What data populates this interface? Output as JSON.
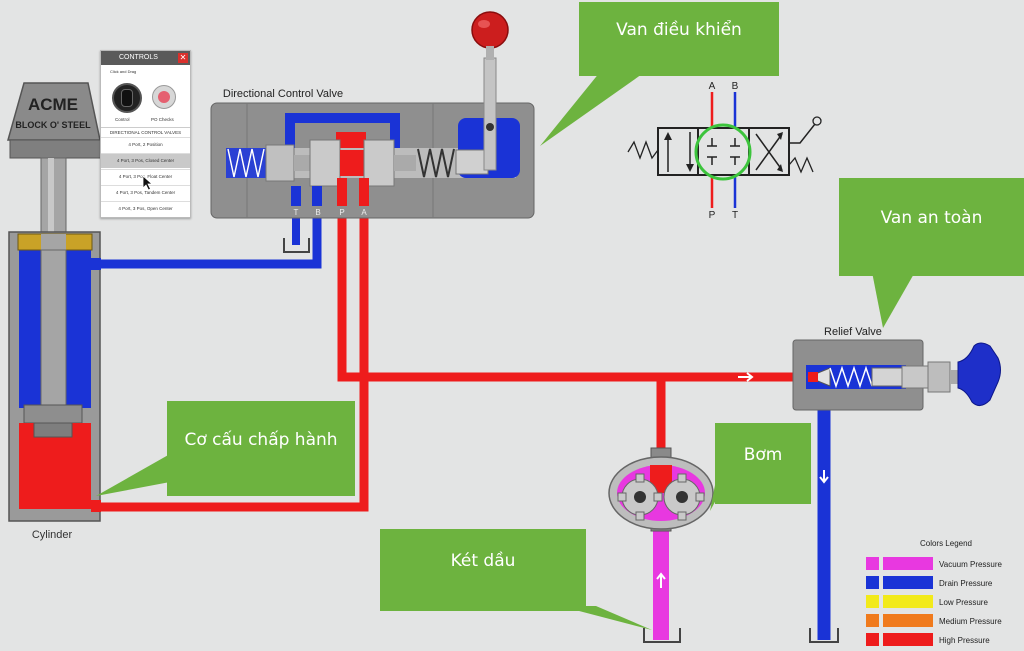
{
  "labels": {
    "acme_title": "ACME",
    "acme_sub": "BLOCK O' STEEL",
    "directional_valve": "Directional Control Valve",
    "cylinder": "Cylinder",
    "relief_valve": "Relief Valve",
    "port_t": "T",
    "port_b": "B",
    "port_p": "P",
    "port_a": "A",
    "sym_a": "A",
    "sym_b": "B",
    "sym_p": "P",
    "sym_t": "T"
  },
  "callouts": {
    "control_valve": "Van điều khiển",
    "relief_valve": "Van an toàn",
    "actuator": "Cơ cấu chấp hành",
    "pump": "Bơm",
    "tank": "Két dầu"
  },
  "controls": {
    "title": "CONTROLS",
    "close": "✕",
    "drag_hint": "Click and Drag",
    "control_caption": "Control",
    "po_caption": "PO Checks",
    "section_title": "DIRECTIONAL CONTROL VALVES",
    "items": [
      "4 Port, 2 Position",
      "4 Port, 3 Pos, Closed Center",
      "4 Port, 3 Pos, Float Center",
      "4 Port, 3 Pos, Tandem Center",
      "4 Port, 3 Pos, Open Center"
    ],
    "selected_index": 1
  },
  "legend": {
    "title": "Colors Legend",
    "items": [
      {
        "label": "Vacuum Pressure",
        "color": "#e838e0"
      },
      {
        "label": "Drain Pressure",
        "color": "#1a33d6"
      },
      {
        "label": "Low Pressure",
        "color": "#f2ea1a"
      },
      {
        "label": "Medium Pressure",
        "color": "#f07a1c"
      },
      {
        "label": "High Pressure",
        "color": "#ee1c1c"
      }
    ]
  },
  "colors": {
    "high": "#ee1c1c",
    "drain": "#1a33d6",
    "vacuum": "#e838e0",
    "callout_green": "#6db33f"
  }
}
